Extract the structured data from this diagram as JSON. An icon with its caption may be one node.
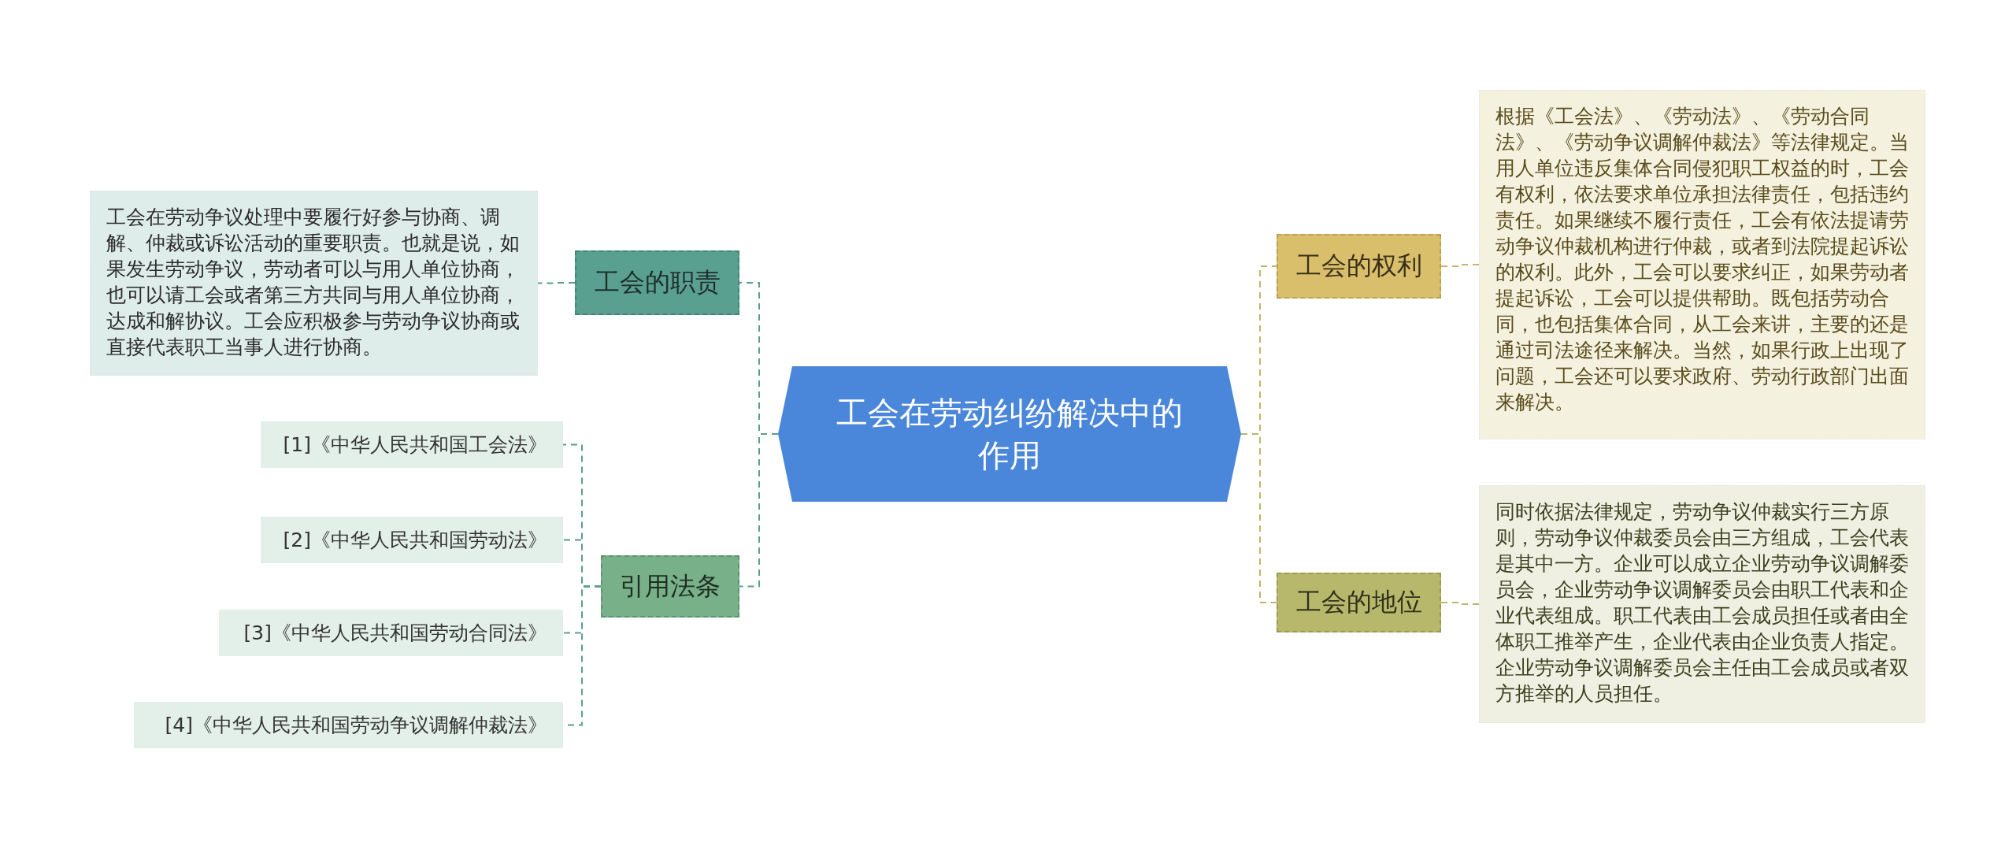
{
  "diagram": {
    "nodes": [
      {
        "text": [
          "工会在劳动纠纷解决中的作用"
        ]
      },
      {
        "text": [
          "工会的职责"
        ]
      },
      {
        "text": [
          "工会在劳动争议处理中要履行好参与协商、调解、仲裁或诉讼活动的重要职责。也就是说，如果发生劳动争议，劳动者可以与用人单位协商，也可以请工会或者第三方共同与用人单位协商，达成和解协议。工会应积极参与劳动争议协商或直接代表职工当事人进行协商。"
        ]
      },
      {
        "text": [
          "引用法条"
        ]
      },
      {
        "text": [
          "[1]《中华人民共和国工会法》"
        ]
      },
      {
        "text": [
          "[2]《中华人民共和国劳动法》"
        ]
      },
      {
        "text": [
          "[3]《中华人民共和国劳动合同法》"
        ]
      },
      {
        "text": [
          "[4]《中华人民共和国劳动争议调解仲裁法》"
        ]
      },
      {
        "text": [
          "工会的权利"
        ]
      },
      {
        "text": [
          "根据《工会法》、《劳动法》、《劳动合同法》、《劳动争议调解仲裁法》等法律规定。当用人单位违反集体合同侵犯职工权益的时，工会有权利，依法要求单位承担法律责任，包括违约责任。如果继续不履行责任，工会有依法提请劳动争议仲裁机构进行仲裁，或者到法院提起诉讼的权利。此外，工会可以要求纠正，如果劳动者提起诉讼，工会可以提供帮助。既包括劳动合同，也包括集体合同，从工会来讲，主要的还是通过司法途径来解决。当然，如果行政上出现了问题，工会还可以要求政府、劳动行政部门出面来解决。"
        ]
      },
      {
        "text": [
          "工会的地位"
        ]
      },
      {
        "text": [
          "同时依据法律规定，劳动争议仲裁实行三方原则，劳动争议仲裁委员会由三方组成，工会代表是其中一方。企业可以成立企业劳动争议调解委员会，企业劳动争议调解委员会由职工代表和企业代表组成。职工代表由工会成员担任或者由全体职工推举产生，企业代表由企业负责人指定。企业劳动争议调解委员会主任由工会成员或者双方推举的人员担任。"
        ]
      }
    ],
    "edges": [
      {
        "from": 0,
        "to": 1,
        "arrow": "none",
        "style": "dashed",
        "color": "#5a9e8e"
      },
      {
        "from": 1,
        "to": 2,
        "arrow": "none",
        "style": "dashed",
        "color": "#5a9e8e"
      },
      {
        "from": 0,
        "to": 3,
        "arrow": "none",
        "style": "dashed",
        "color": "#5a9e8e"
      },
      {
        "from": 3,
        "to": 4,
        "arrow": "none",
        "style": "dashed",
        "color": "#5a9e8e"
      },
      {
        "from": 3,
        "to": 5,
        "arrow": "none",
        "style": "dashed",
        "color": "#5a9e8e"
      },
      {
        "from": 3,
        "to": 6,
        "arrow": "none",
        "style": "dashed",
        "color": "#5a9e8e"
      },
      {
        "from": 3,
        "to": 7,
        "arrow": "none",
        "style": "dashed",
        "color": "#5a9e8e"
      },
      {
        "from": 0,
        "to": 8,
        "arrow": "none",
        "style": "dashed",
        "color": "#b7b86c"
      },
      {
        "from": 8,
        "to": 9,
        "arrow": "none",
        "style": "dashed",
        "color": "#c9b66e"
      },
      {
        "from": 0,
        "to": 10,
        "arrow": "none",
        "style": "dashed",
        "color": "#b7b86c"
      },
      {
        "from": 10,
        "to": 11,
        "arrow": "none",
        "style": "dashed",
        "color": "#b7b86c"
      }
    ]
  }
}
